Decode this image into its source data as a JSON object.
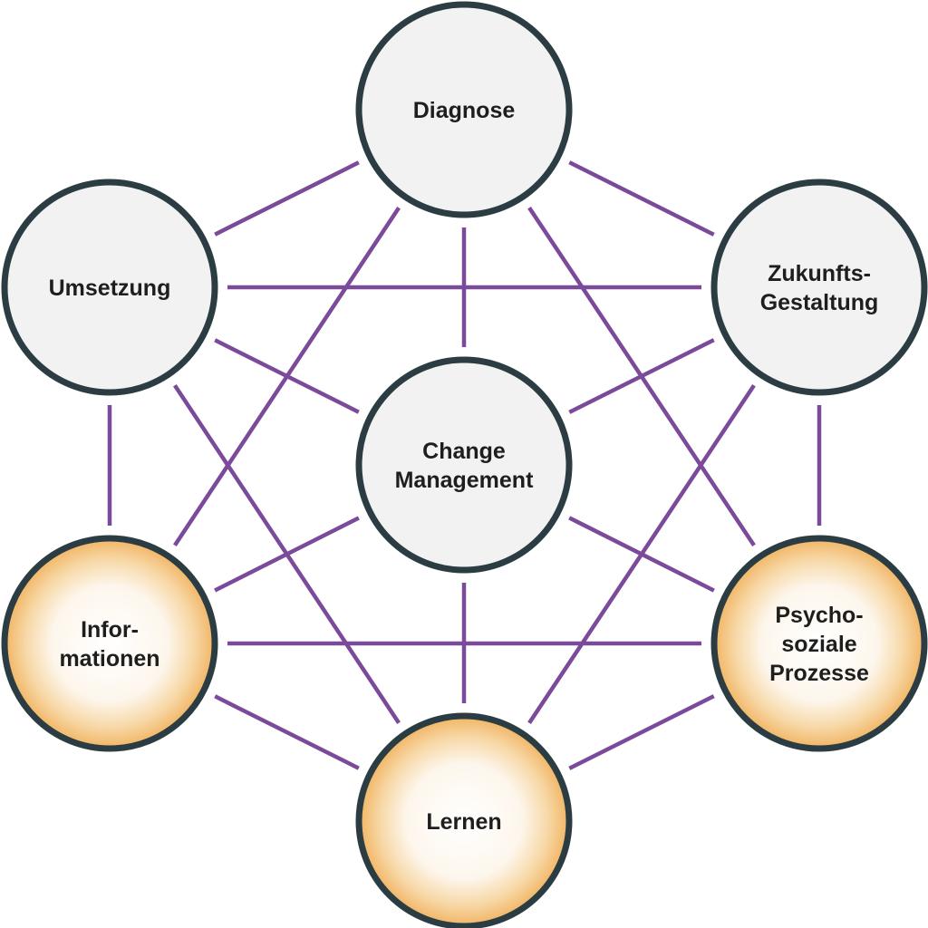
{
  "diagram": {
    "title": "",
    "colors": {
      "connector": "#7b4a9a",
      "node_border": "#2b3d43",
      "node_fill_grey": "#f2f2f2",
      "node_fill_highlight_edge": "#f1b463",
      "node_fill_highlight_center": "#ffffff",
      "label_text": "#1e1e1e"
    },
    "nodes": [
      {
        "id": "diagnose",
        "lines": [
          "Diagnose"
        ],
        "style": "grey"
      },
      {
        "id": "zukunftsgestaltung",
        "lines": [
          "Zukunfts-",
          "Gestaltung"
        ],
        "style": "grey"
      },
      {
        "id": "psychosoziale-prozesse",
        "lines": [
          "Psycho-",
          "soziale",
          "Prozesse"
        ],
        "style": "highlight"
      },
      {
        "id": "lernen",
        "lines": [
          "Lernen"
        ],
        "style": "highlight"
      },
      {
        "id": "informationen",
        "lines": [
          "Infor-",
          "mationen"
        ],
        "style": "highlight"
      },
      {
        "id": "umsetzung",
        "lines": [
          "Umsetzung"
        ],
        "style": "grey"
      },
      {
        "id": "change-management",
        "lines": [
          "Change",
          "Management"
        ],
        "style": "grey"
      }
    ],
    "edges": [
      [
        "diagnose",
        "zukunftsgestaltung"
      ],
      [
        "diagnose",
        "umsetzung"
      ],
      [
        "diagnose",
        "change-management"
      ],
      [
        "diagnose",
        "psychosoziale-prozesse"
      ],
      [
        "diagnose",
        "informationen"
      ],
      [
        "zukunftsgestaltung",
        "psychosoziale-prozesse"
      ],
      [
        "zukunftsgestaltung",
        "umsetzung"
      ],
      [
        "zukunftsgestaltung",
        "change-management"
      ],
      [
        "zukunftsgestaltung",
        "lernen"
      ],
      [
        "psychosoziale-prozesse",
        "lernen"
      ],
      [
        "psychosoziale-prozesse",
        "informationen"
      ],
      [
        "psychosoziale-prozesse",
        "change-management"
      ],
      [
        "lernen",
        "informationen"
      ],
      [
        "lernen",
        "change-management"
      ],
      [
        "lernen",
        "umsetzung"
      ],
      [
        "informationen",
        "umsetzung"
      ],
      [
        "informationen",
        "change-management"
      ],
      [
        "umsetzung",
        "change-management"
      ]
    ]
  }
}
